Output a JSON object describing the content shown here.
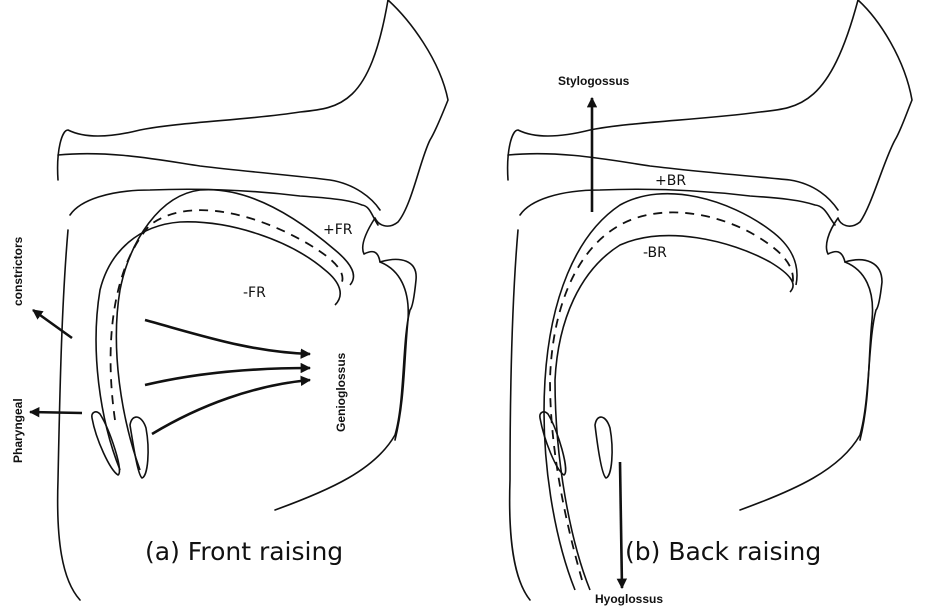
{
  "panels": {
    "a": {
      "caption": "(a) Front raising",
      "raise_label": "+FR",
      "lower_label": "-FR",
      "muscles": {
        "pharyngeal": "Pharyngeal",
        "constrictors": "constrictors",
        "genioglossus": "Genioglossus"
      }
    },
    "b": {
      "caption": "(b) Back raising",
      "raise_label": "+BR",
      "lower_label": "-BR",
      "muscles": {
        "stylogossus": "Stylogossus",
        "hyoglossus": "Hyoglossus"
      }
    }
  },
  "colors": {
    "ink": "#111111",
    "background": "#ffffff"
  }
}
